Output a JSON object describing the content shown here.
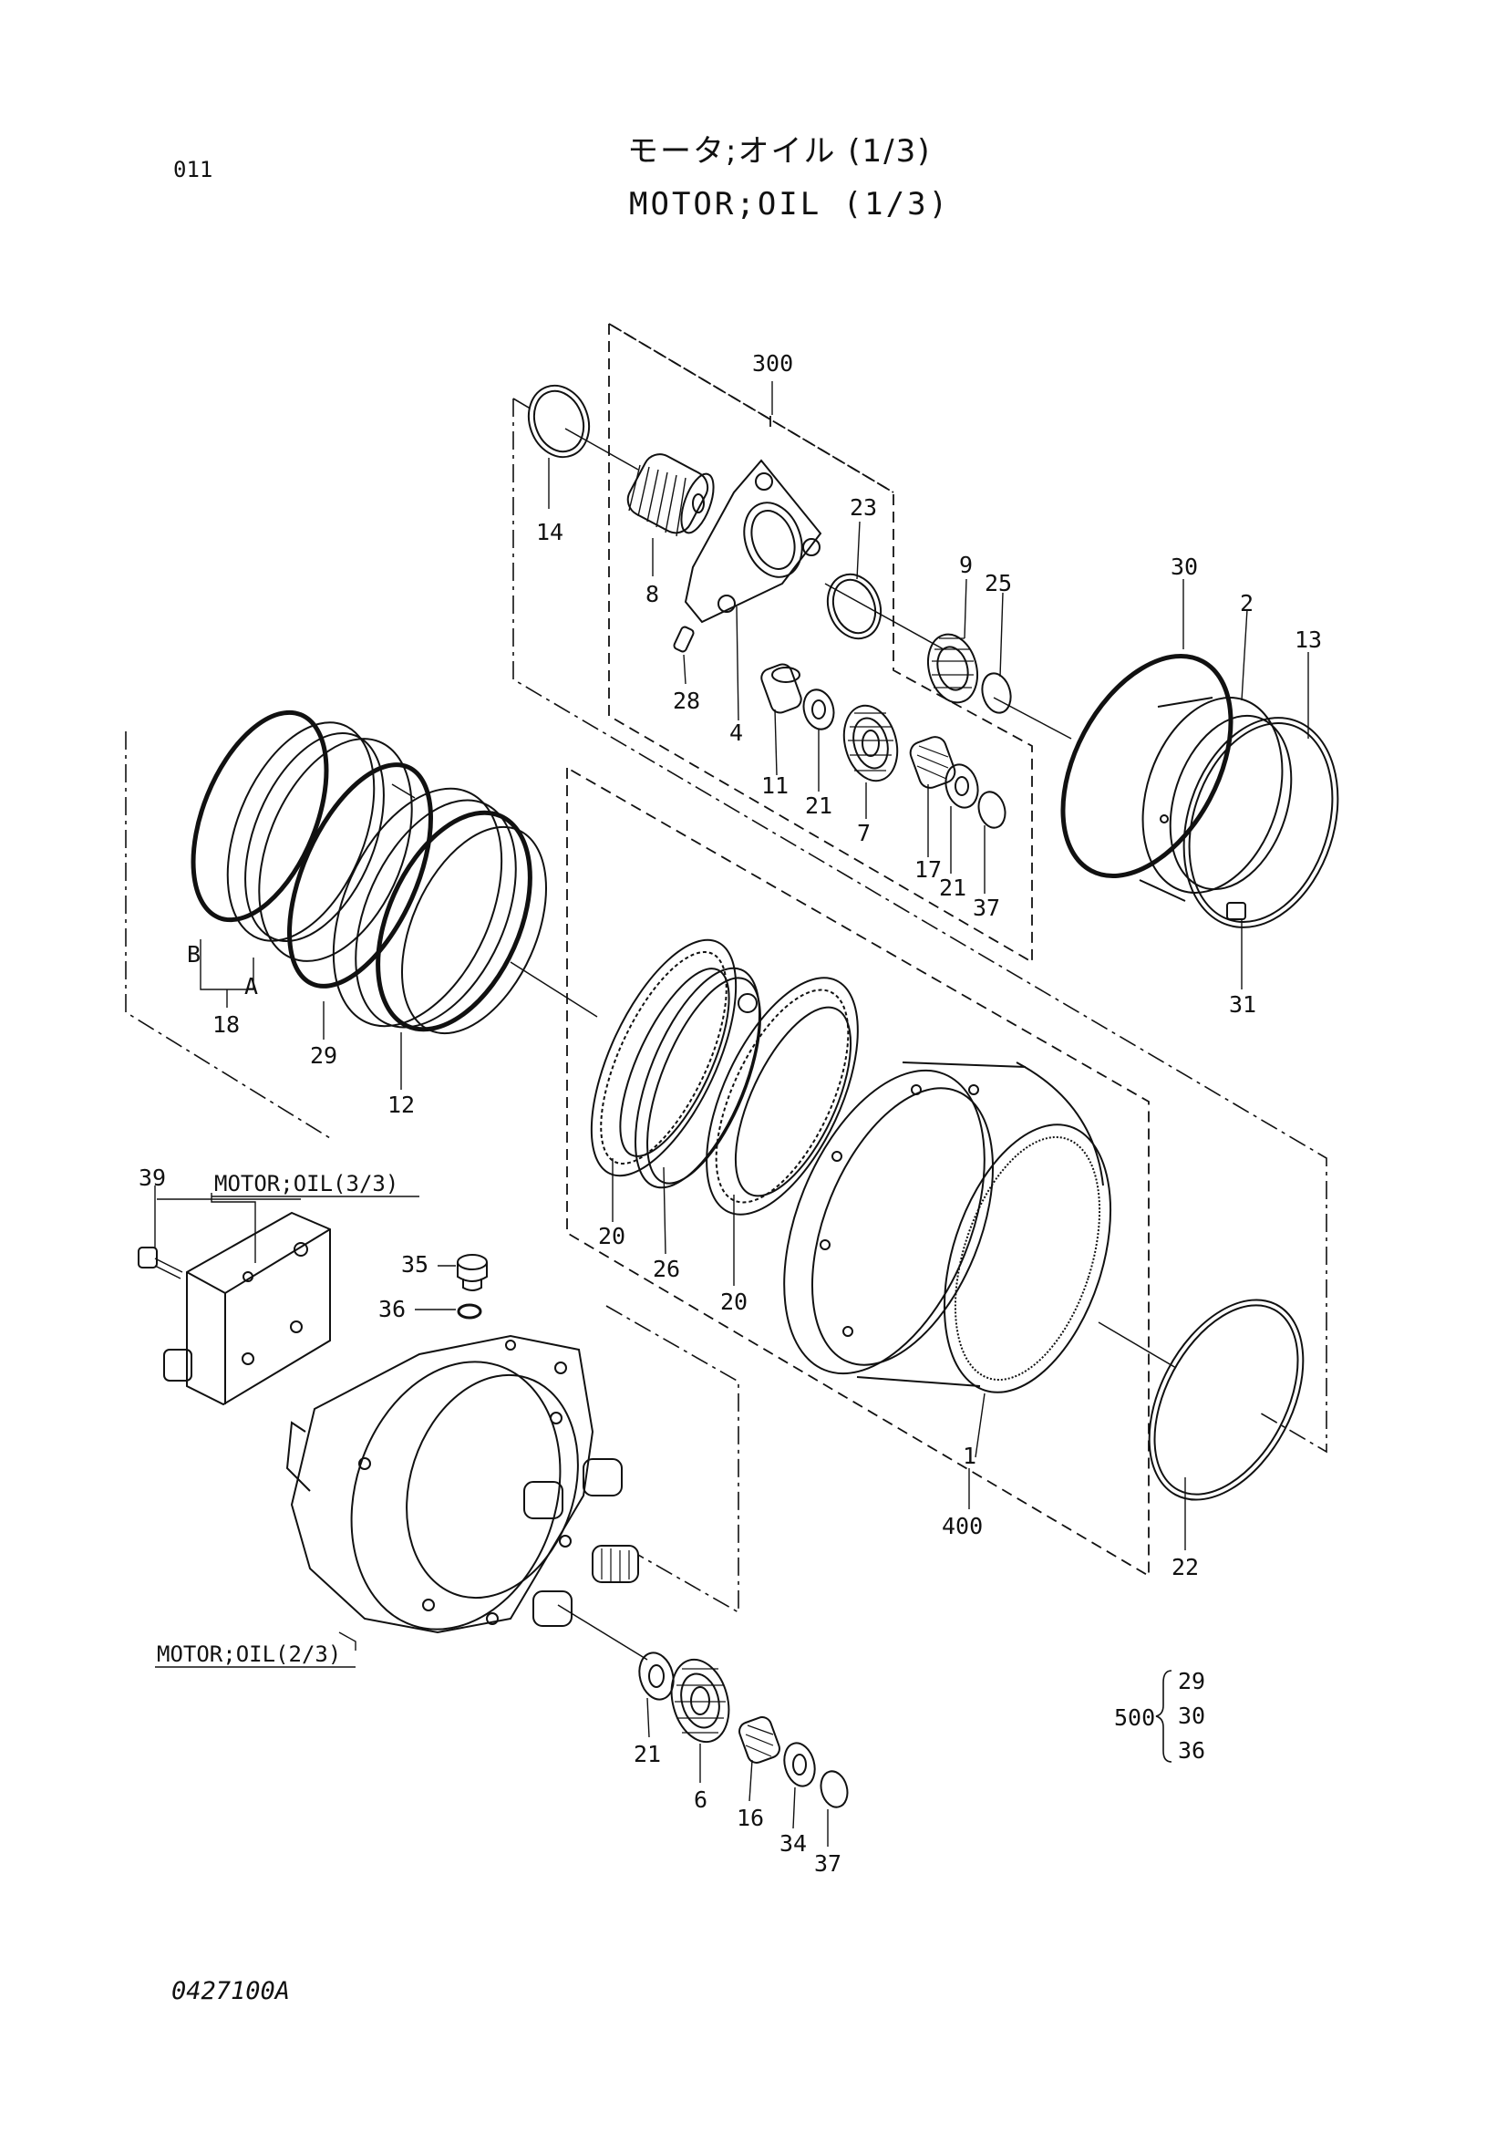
{
  "header": {
    "page_number": "011",
    "title_jp": "モータ;オイル (1/3)",
    "title_en": "MOTOR;OIL (1/3)"
  },
  "footer": {
    "doc_code": "0427100A"
  },
  "callouts": [
    {
      "id": "c300",
      "text": "300"
    },
    {
      "id": "c14",
      "text": "14"
    },
    {
      "id": "c8",
      "text": "8"
    },
    {
      "id": "c23",
      "text": "23"
    },
    {
      "id": "c9",
      "text": "9"
    },
    {
      "id": "c25",
      "text": "25"
    },
    {
      "id": "c30",
      "text": "30"
    },
    {
      "id": "c2",
      "text": "2"
    },
    {
      "id": "c13",
      "text": "13"
    },
    {
      "id": "c28",
      "text": "28"
    },
    {
      "id": "c4",
      "text": "4"
    },
    {
      "id": "c11",
      "text": "11"
    },
    {
      "id": "c21a",
      "text": "21"
    },
    {
      "id": "c7",
      "text": "7"
    },
    {
      "id": "c17",
      "text": "17"
    },
    {
      "id": "c21b",
      "text": "21"
    },
    {
      "id": "c37a",
      "text": "37"
    },
    {
      "id": "c31",
      "text": "31"
    },
    {
      "id": "cB",
      "text": "B"
    },
    {
      "id": "cA",
      "text": "A"
    },
    {
      "id": "c18",
      "text": "18"
    },
    {
      "id": "c29",
      "text": "29"
    },
    {
      "id": "c12",
      "text": "12"
    },
    {
      "id": "c20a",
      "text": "20"
    },
    {
      "id": "c26",
      "text": "26"
    },
    {
      "id": "c20b",
      "text": "20"
    },
    {
      "id": "c1",
      "text": "1"
    },
    {
      "id": "c400",
      "text": "400"
    },
    {
      "id": "c22",
      "text": "22"
    },
    {
      "id": "c39",
      "text": "39"
    },
    {
      "id": "c35",
      "text": "35"
    },
    {
      "id": "c36",
      "text": "36"
    },
    {
      "id": "c21c",
      "text": "21"
    },
    {
      "id": "c6",
      "text": "6"
    },
    {
      "id": "c16",
      "text": "16"
    },
    {
      "id": "c34",
      "text": "34"
    },
    {
      "id": "c37b",
      "text": "37"
    }
  ],
  "references": {
    "motor_oil_3": "MOTOR;OIL(3/3)",
    "motor_oil_2": "MOTOR;OIL(2/3)"
  },
  "kit": {
    "number": "500",
    "items": [
      "29",
      "30",
      "36"
    ]
  }
}
